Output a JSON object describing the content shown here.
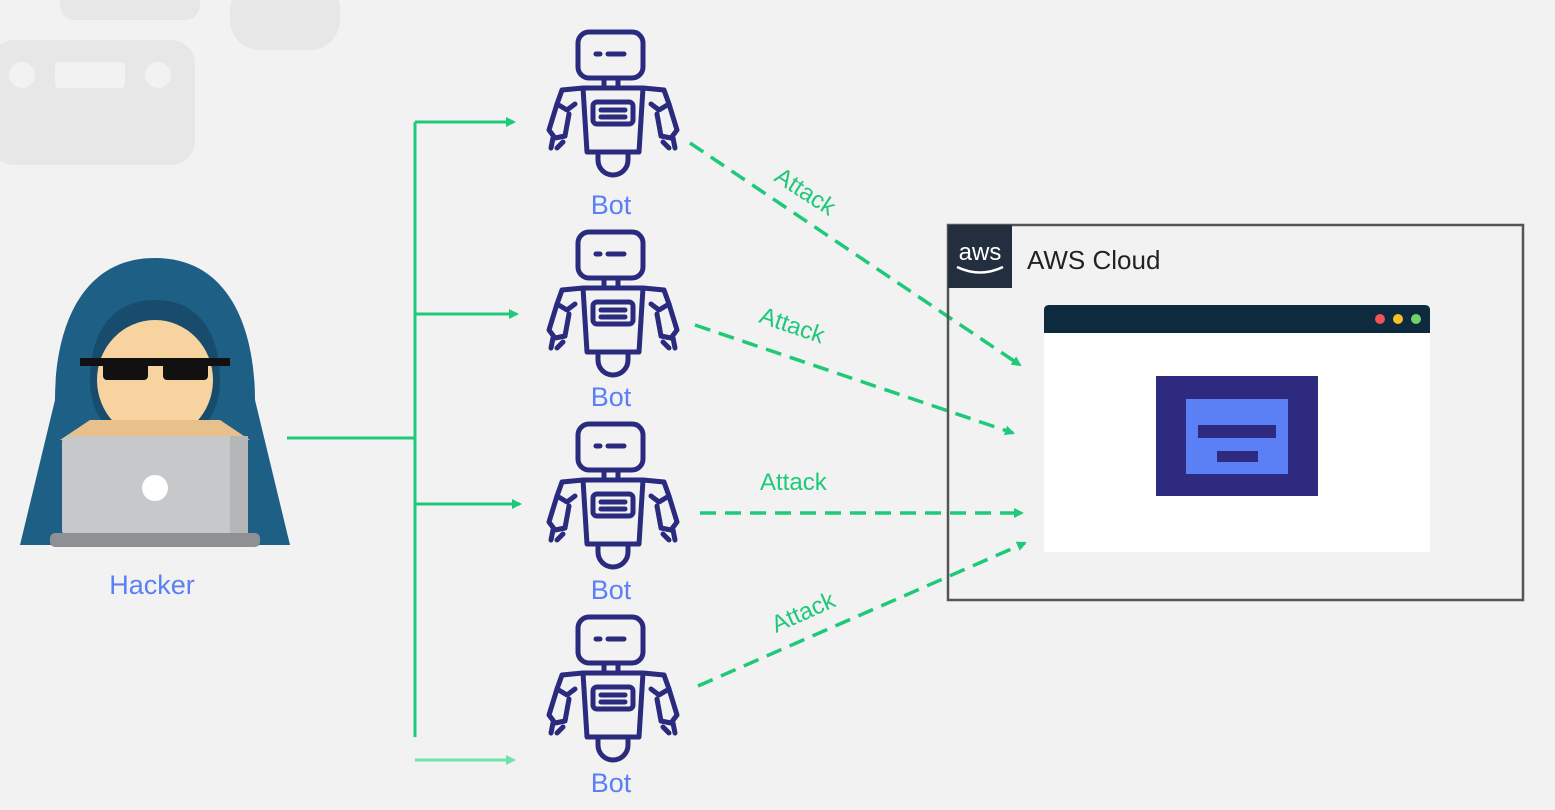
{
  "hacker": {
    "label": "Hacker"
  },
  "bots": [
    {
      "label": "Bot"
    },
    {
      "label": "Bot"
    },
    {
      "label": "Bot"
    },
    {
      "label": "Bot"
    }
  ],
  "attacks": [
    {
      "label": "Attack"
    },
    {
      "label": "Attack"
    },
    {
      "label": "Attack"
    },
    {
      "label": "Attack"
    }
  ],
  "cloud": {
    "logo_text": "aws",
    "title": "AWS Cloud"
  },
  "colors": {
    "arrow": "#1ec97a",
    "bot": "#2a2a7e",
    "label": "#5b7ff5",
    "hood": "#1e5f86",
    "aws_logo_bg": "#232f3e",
    "window_bar": "#0d2a3f"
  }
}
